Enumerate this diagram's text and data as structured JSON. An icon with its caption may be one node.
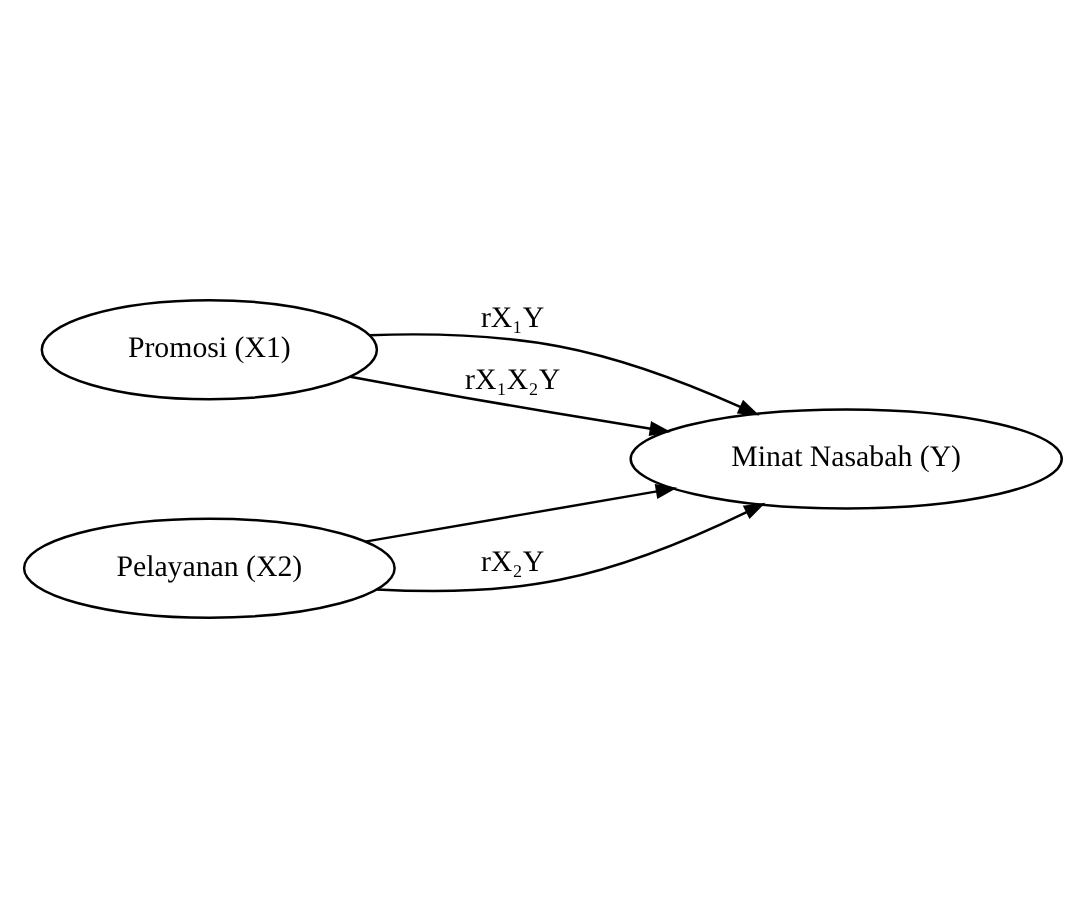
{
  "diagram": {
    "nodes": [
      {
        "text": [
          "Promosi (X1)"
        ]
      },
      {
        "text": [
          "Minat Nasabah (Y)"
        ]
      },
      {
        "text": [
          "Pelayanan (X2)"
        ]
      }
    ],
    "edges": [
      {
        "from": 0,
        "to": 1,
        "arrow": "to",
        "label": "rX₁Y"
      },
      {
        "from": 0,
        "to": 1,
        "arrow": "to",
        "label": "rX₁X₂Y"
      },
      {
        "from": 2,
        "to": 1,
        "arrow": "to"
      },
      {
        "from": 2,
        "to": 1,
        "arrow": "to",
        "label": "rX₂Y"
      }
    ]
  }
}
